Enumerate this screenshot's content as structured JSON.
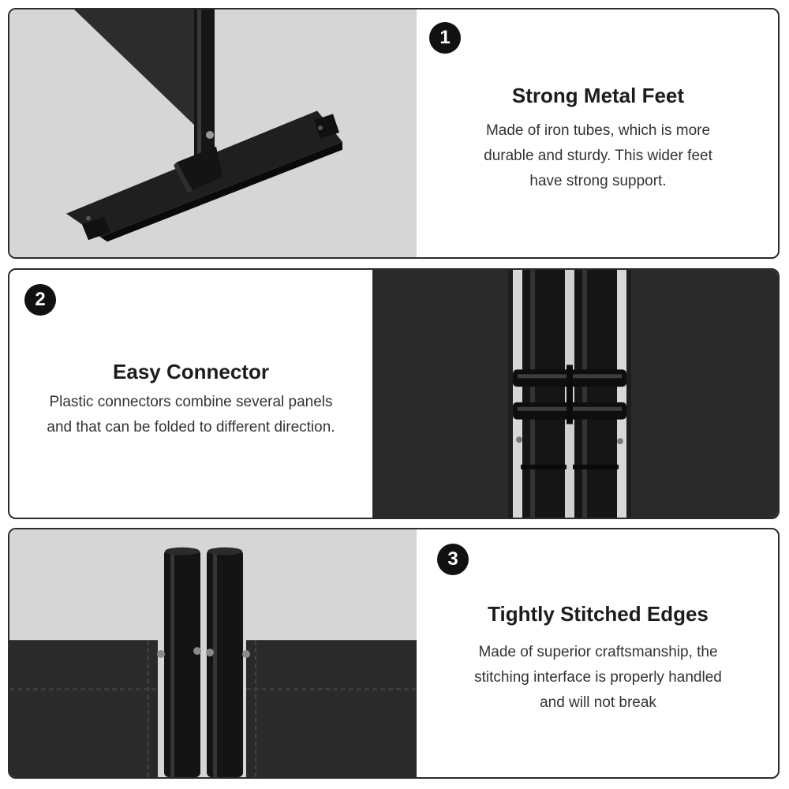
{
  "colors": {
    "border": "#2b2b2b",
    "badge": "#111111",
    "photo_background": "#d6d6d6",
    "fabric": "#2a2a2a",
    "metal": "#161616"
  },
  "features": [
    {
      "number": "1",
      "title": "Strong Metal Feet",
      "description_lines": [
        "Made of iron tubes, which is more",
        "durable and sturdy. This wider feet",
        "have strong support."
      ]
    },
    {
      "number": "2",
      "title": "Easy Connector",
      "description_lines": [
        "Plastic connectors combine several panels",
        "and that can be folded to different direction."
      ]
    },
    {
      "number": "3",
      "title": "Tightly Stitched Edges",
      "description_lines": [
        "Made of superior craftsmanship, the",
        "stitching interface is properly handled",
        "and will not break"
      ]
    }
  ]
}
